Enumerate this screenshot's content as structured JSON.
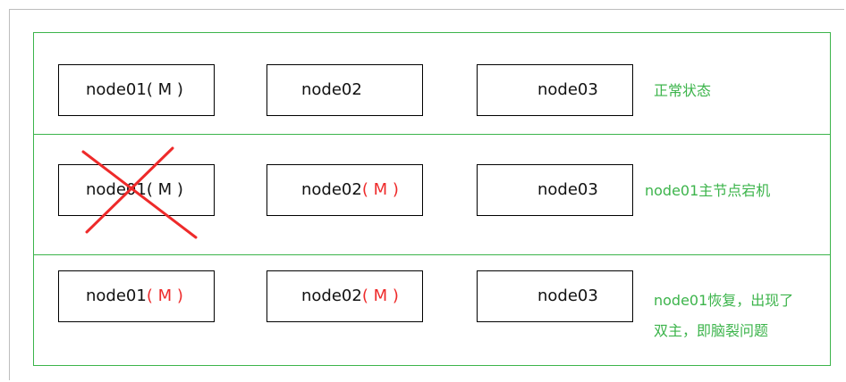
{
  "rows": [
    {
      "nodes": [
        {
          "name": "node01",
          "mark": "( M )",
          "mark_red": false
        },
        {
          "name": "node02",
          "mark": "",
          "mark_red": false
        },
        {
          "name": "node03",
          "mark": "",
          "mark_red": false
        }
      ],
      "note_lines": [
        "正常状态"
      ]
    },
    {
      "nodes": [
        {
          "name": "node01",
          "mark": "( M )",
          "mark_red": false
        },
        {
          "name": "node02",
          "mark": "( M )",
          "mark_red": true
        },
        {
          "name": "node03",
          "mark": "",
          "mark_red": false
        }
      ],
      "note_lines": [
        "node01主节点宕机"
      ]
    },
    {
      "nodes": [
        {
          "name": "node01",
          "mark": "( M )",
          "mark_red": true
        },
        {
          "name": "node02",
          "mark": "( M )",
          "mark_red": true
        },
        {
          "name": "node03",
          "mark": "",
          "mark_red": false
        }
      ],
      "note_lines": [
        "node01恢复，出现了",
        "双主，即脑裂问题"
      ]
    }
  ],
  "colors": {
    "border_green": "#3cb44b",
    "note_green": "#3cb44b",
    "mark_red": "#ee2a2a",
    "cross_red": "#ee2a2a"
  },
  "icons": {
    "failure_mark": "red-x-cross"
  }
}
